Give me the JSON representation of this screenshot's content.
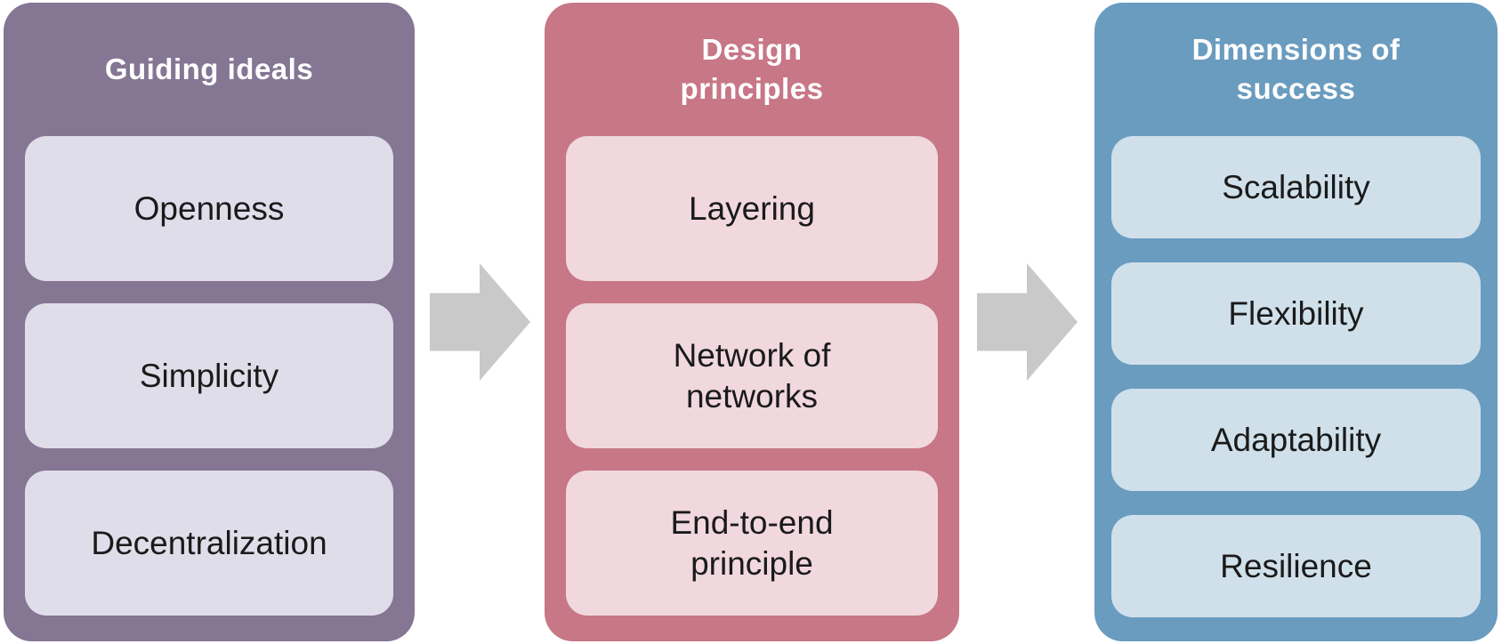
{
  "diagram": {
    "background_color": "#FFFFFF",
    "arrow_color": "#C9C9C9",
    "title_color": "#FFFFFF",
    "item_text_color": "#1A1A1A",
    "columns": [
      {
        "title": "Guiding ideals",
        "bg_color": "#857694",
        "item_bg_color": "#DFDDE9",
        "items": [
          "Openness",
          "Simplicity",
          "Decentralization"
        ]
      },
      {
        "title": "Design\nprinciples",
        "bg_color": "#C77786",
        "item_bg_color": "#F0D8DE",
        "items": [
          "Layering",
          "Network of\nnetworks",
          "End-to-end\nprinciple"
        ]
      },
      {
        "title": "Dimensions of\nsuccess",
        "bg_color": "#6A9CBF",
        "item_bg_color": "#D0E0EA",
        "items": [
          "Scalability",
          "Flexibility",
          "Adaptability",
          "Resilience"
        ]
      }
    ]
  }
}
